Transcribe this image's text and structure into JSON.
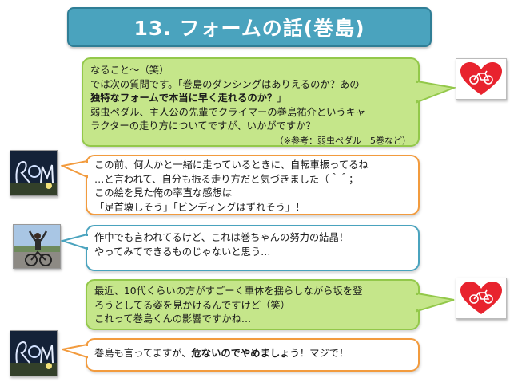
{
  "slide": {
    "title": "13. フォームの話(巻島)"
  },
  "bubbles": [
    {
      "lines": [
        "なること～（笑）",
        "では次の質問です。「巻島のダンシングはありえるのか？あの",
        "独特なフォームで本当に早く走れるのか？」",
        "弱虫ペダル、主人公の先輩でクライマーの巻島祐介というキャ",
        "ラクターの走り方についてですが、いかがですか？",
        "（※参考：弱虫ペダル　5巻など）"
      ],
      "bold_part": "独特なフォームで本当に早く走れるのか？",
      "line3_rest": "」"
    },
    {
      "lines": [
        "この前、何人かと一緒に走っているときに、自転車振ってるね",
        "…と言われて、自分も振る走り方だと気づきました（＾＾；",
        "この絵を見た俺の率直な感想は",
        "「足首壊しそう」「ビンディングはずれそう」！"
      ]
    },
    {
      "lines": [
        "作中でも言われてるけど、これは巻ちゃんの努力の結晶！",
        "やってみてできるものじゃないと思う…"
      ]
    },
    {
      "lines": [
        "最近、10代くらいの方がすごーく車体を揺らしながら坂を登",
        "ろうとしてる姿を見かけるんですけど（笑）",
        "これって巻島くんの影響ですかね…"
      ]
    },
    {
      "prefix": "巻島も言ってますが、",
      "bold": "危ないのでやめましょう",
      "suffix": "！マジで！"
    }
  ],
  "icons": {
    "heart_color": "#e8232e",
    "icon_name": "heart-bicycle-icon"
  }
}
